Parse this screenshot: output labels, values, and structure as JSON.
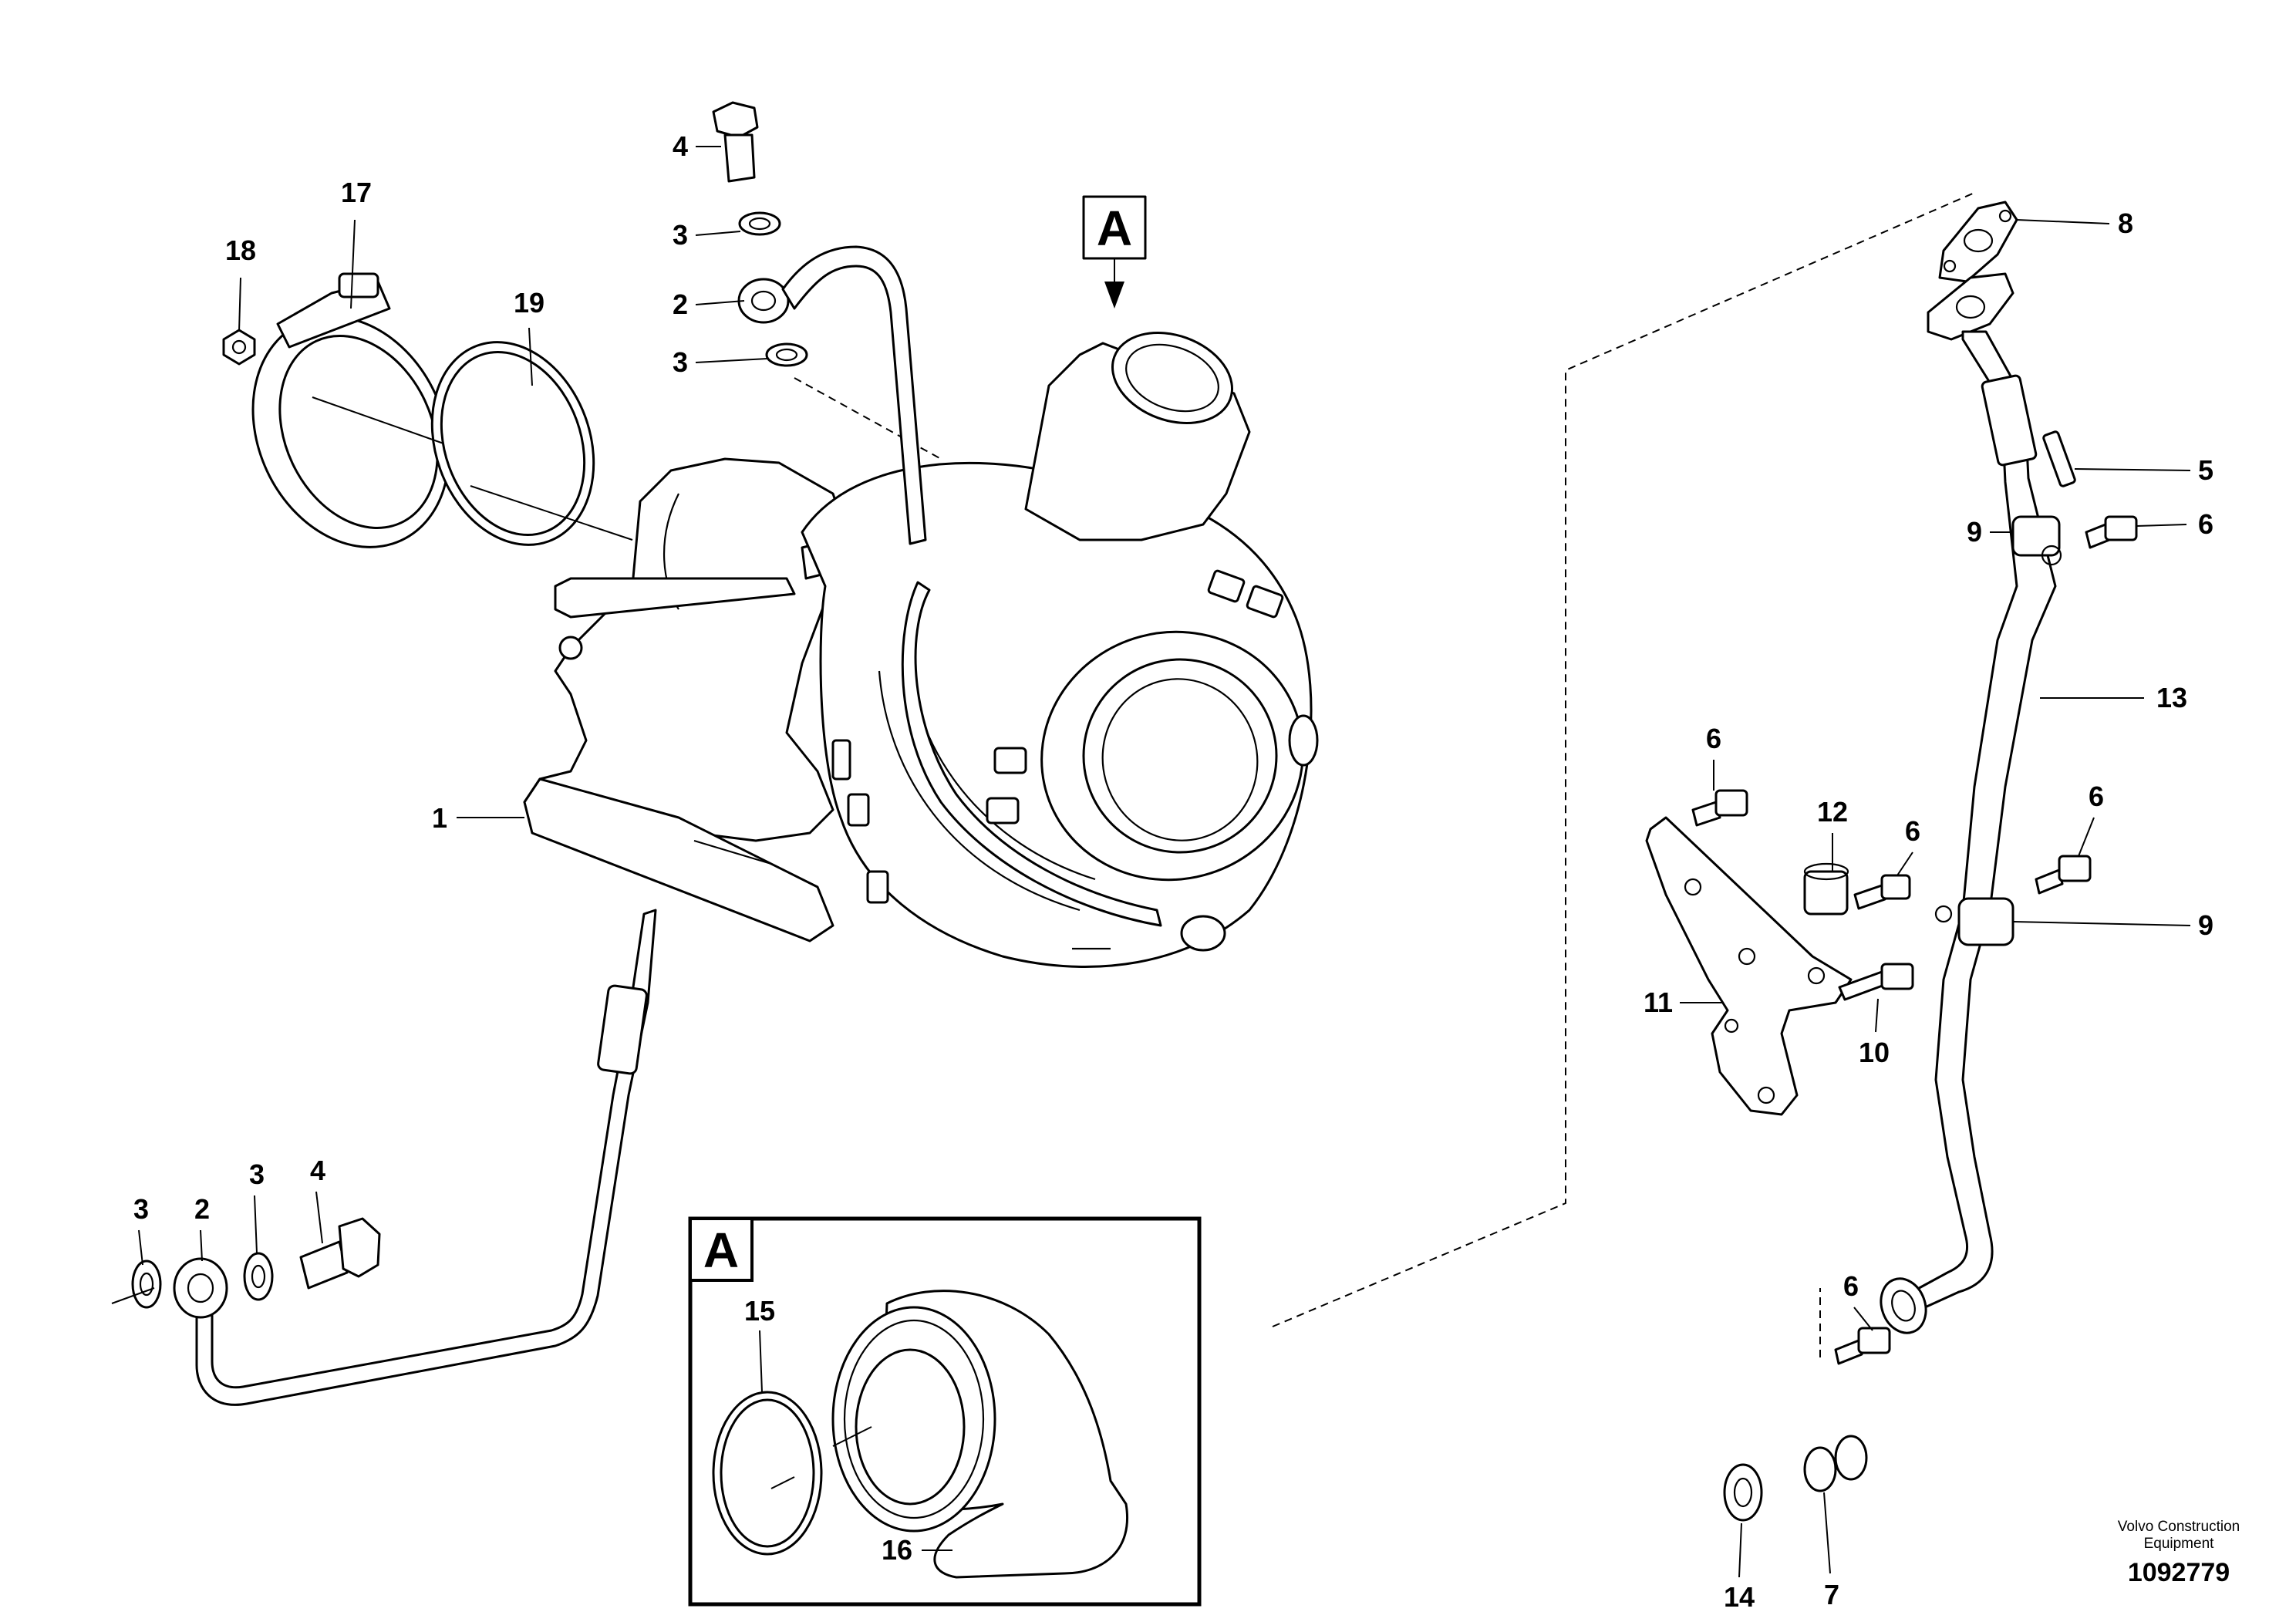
{
  "callouts": {
    "c1": "1",
    "c2a": "2",
    "c2b": "2",
    "c3a": "3",
    "c3b": "3",
    "c3c": "3",
    "c3d": "3",
    "c4a": "4",
    "c4b": "4",
    "c5": "5",
    "c6a": "6",
    "c6b": "6",
    "c6c": "6",
    "c6d": "6",
    "c6e": "6",
    "c7": "7",
    "c8": "8",
    "c9a": "9",
    "c9b": "9",
    "c10": "10",
    "c11": "11",
    "c12": "12",
    "c13": "13",
    "c14": "14",
    "c15": "15",
    "c16": "16",
    "c17": "17",
    "c18": "18",
    "c19": "19"
  },
  "view_marker": "A",
  "detail_view": {
    "label": "A"
  },
  "credit": {
    "line1": "Volvo Construction",
    "line2": "Equipment"
  },
  "document_number": "1092779"
}
